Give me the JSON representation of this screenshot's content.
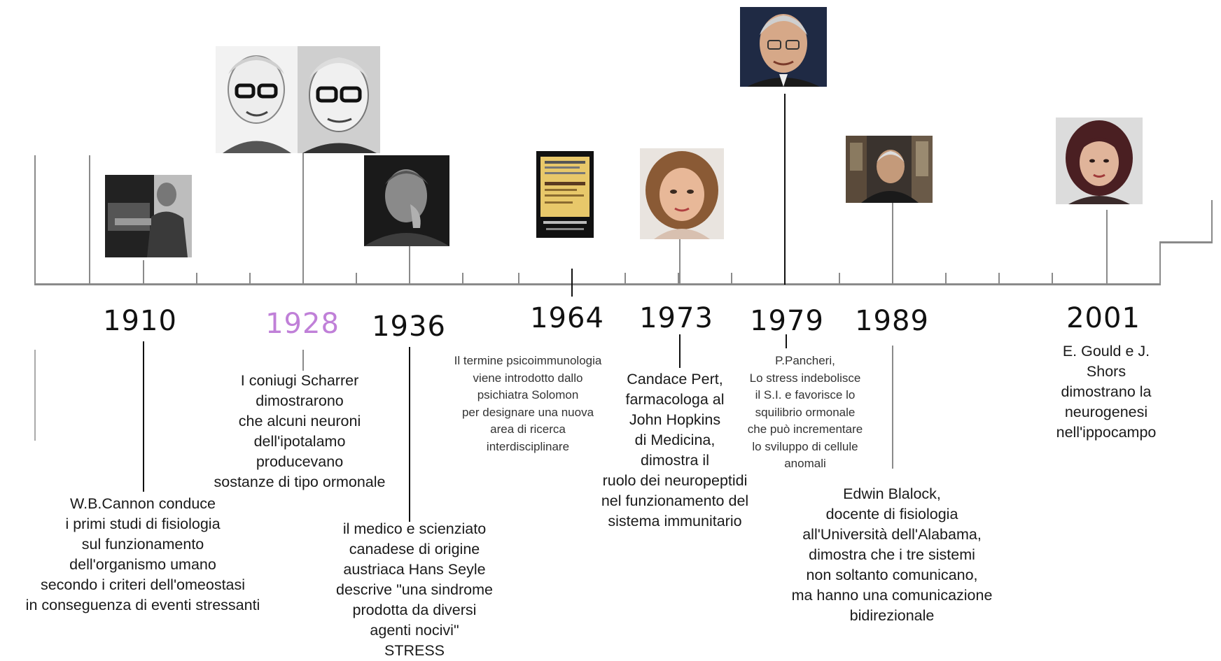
{
  "timeline": {
    "events": [
      {
        "year": "1910",
        "description": "W.B.Cannon conduce\ni primi studi di fisiologia\nsul funzionamento\ndell'organismo umano\nsecondo i criteri dell'omeostasi\nin conseguenza di eventi stressanti",
        "photo": "portrait-icon"
      },
      {
        "year": "1928",
        "year_color": "#c080d8",
        "description": "I coniugi Scharrer\ndimostrarono\nche alcuni neuroni\ndell'ipotalamo\nproducevano\nsostanze di tipo ormonale",
        "photo": "portrait-pair-icon"
      },
      {
        "year": "1936",
        "description": "il medico e scienziato\ncanadese di origine\naustriaca Hans Seyle\ndescrive \"una sindrome\nprodotta da diversi\nagenti nocivi\"\nSTRESS",
        "photo": "portrait-icon"
      },
      {
        "year": "1964",
        "description": "Il termine psicoimmunologia\nviene introdotto dallo\npsichiatra Solomon\nper designare una nuova\narea di ricerca\ninterdisciplinare",
        "photo": "book-cover-icon"
      },
      {
        "year": "1973",
        "description": "Candace Pert,\nfarmacologa al\nJohn Hopkins\ndi Medicina,\ndimostra il\nruolo dei neuropeptidi\nnel funzionamento del\nsistema immunitario",
        "photo": "portrait-icon"
      },
      {
        "year": "1979",
        "description": "P.Pancheri,\nLo stress indebolisce\nil S.I. e favorisce lo\nsquilibrio ormonale\nche può incrementare\nlo sviluppo di cellule\nanomali",
        "photo": "portrait-icon"
      },
      {
        "year": "1989",
        "description": "Edwin Blalock,\ndocente di fisiologia\nall'Università dell'Alabama,\ndimostra che i tre sistemi\nnon soltanto comunicano,\nma hanno una comunicazione\nbidirezionale",
        "photo": "portrait-icon"
      },
      {
        "year": "2001",
        "description": "E. Gould e J. Shors\ndimostrano la\nneurogenesi\nnell'ippocampo",
        "photo": "portrait-icon"
      }
    ]
  }
}
